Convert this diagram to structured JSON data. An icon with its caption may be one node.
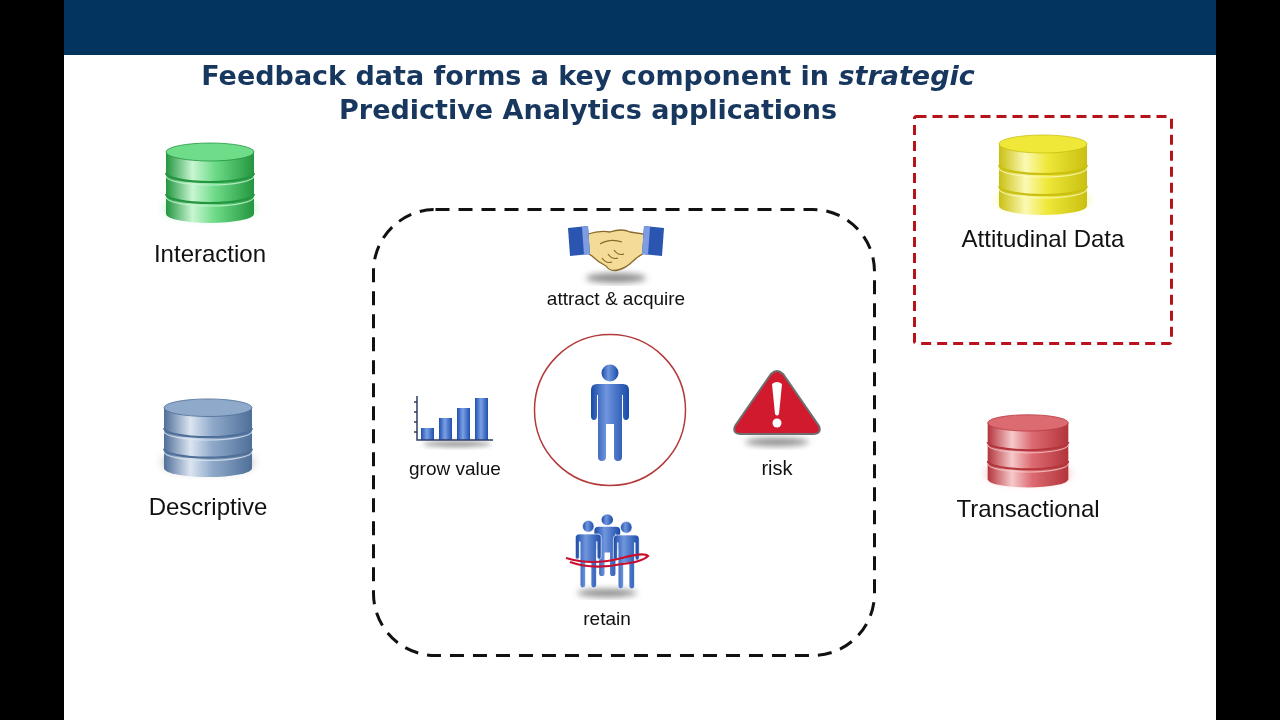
{
  "diagram": {
    "title": "Feedback data forms a key component in *strategic* Predictive Analytics applications",
    "nodes": [
      {
        "text": [
          "Interaction"
        ]
      },
      {
        "text": [],
        "shape": "box"
      },
      {
        "text": [
          "attract & acquire"
        ],
        "in": 1
      },
      {
        "text": [
          "grow value"
        ],
        "in": 1
      },
      {
        "text": [],
        "shape": "circle",
        "in": 1
      },
      {
        "text": [
          "risk"
        ],
        "in": 1
      },
      {
        "text": [
          "retain"
        ],
        "in": 1
      },
      {
        "text": [],
        "shape": "box"
      },
      {
        "text": [
          "Attitudinal Data"
        ],
        "in": 7
      },
      {
        "text": [
          "Descriptive"
        ]
      },
      {
        "text": [
          "Transactional"
        ]
      }
    ]
  }
}
